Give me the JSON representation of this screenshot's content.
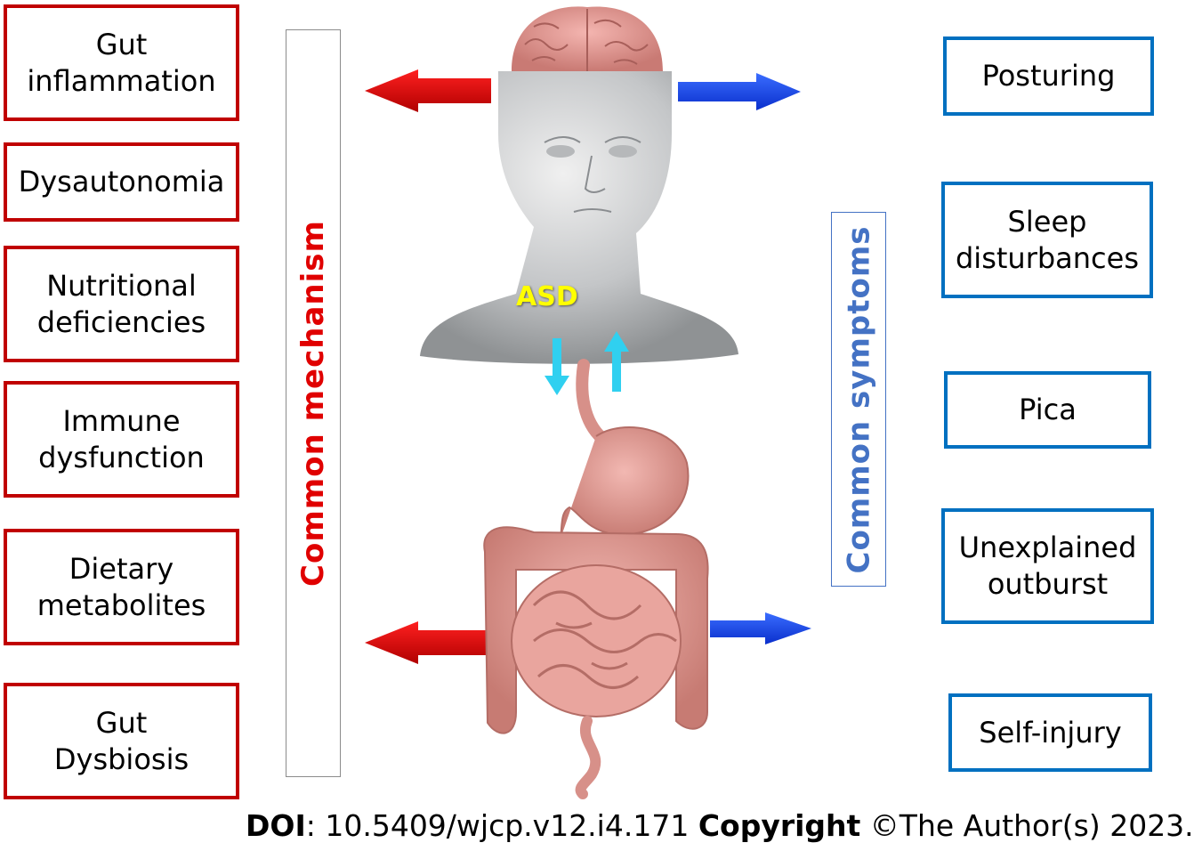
{
  "mechanisms": [
    "Gut\ninflammation",
    "Dysautonomia",
    "Nutritional\ndeficiencies",
    "Immune\ndysfunction",
    "Dietary\nmetabolites",
    "Gut\nDysbiosis"
  ],
  "symptoms": [
    "Posturing",
    "Sleep\ndisturbances",
    "Pica",
    "Unexplained\noutburst",
    "Self-injury"
  ],
  "mechanism_label": "Common mechanism",
  "symptom_label": "Common symptoms",
  "center_label": "ASD",
  "footer": {
    "doi_label": "DOI",
    "doi_value": ": 10.5409/wjcp.v12.i4.171 ",
    "copyright_label": "Copyright",
    "copyright_value": " ©The Author(s) 2023."
  },
  "colors": {
    "mechanism": "#c00000",
    "symptom": "#0070c0",
    "center_label": "#ffff00"
  }
}
